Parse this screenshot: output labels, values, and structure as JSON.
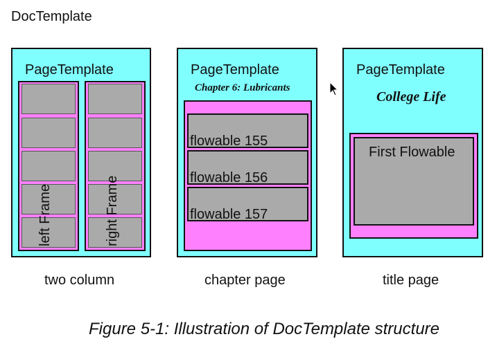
{
  "doc_title": "DocTemplate",
  "pages": [
    {
      "label": "PageTemplate",
      "frames": [
        "left Frame",
        "right Frame"
      ],
      "caption": "two column"
    },
    {
      "label": "PageTemplate",
      "heading": "Chapter 6: Lubricants",
      "flowables": [
        "flowable 155",
        "flowable 156",
        "flowable 157"
      ],
      "caption": "chapter page"
    },
    {
      "label": "PageTemplate",
      "heading": "College Life",
      "flowables": [
        "First Flowable"
      ],
      "caption": "title page"
    }
  ],
  "figure_caption": "Figure 5-1: Illustration of DocTemplate structure",
  "colors": {
    "page_fill": "#80ffff",
    "frame_fill": "#ff80ff",
    "flowable_fill": "#aaaaaa",
    "outline": "#111111"
  },
  "icons": [
    "mouse-cursor-icon"
  ]
}
